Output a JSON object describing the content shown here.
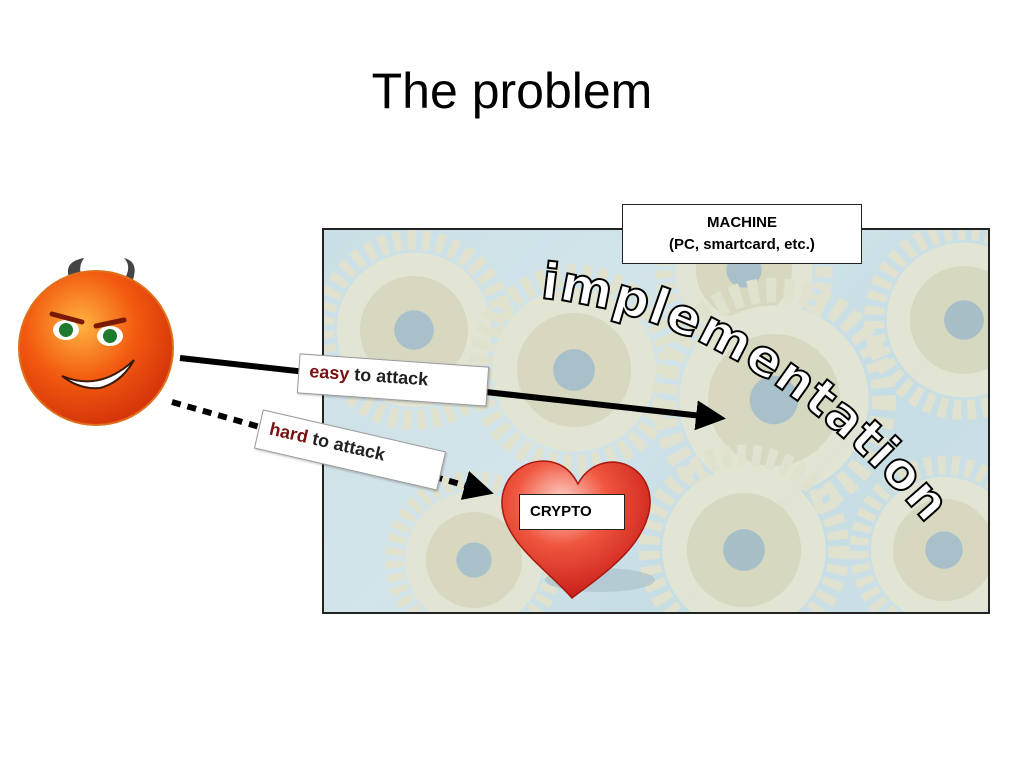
{
  "title": "The problem",
  "machine": {
    "line1": "MACHINE",
    "line2": "(PC, smartcard, etc.)"
  },
  "implementation_word": "implementation",
  "attacks": {
    "easy": {
      "emphasis": "easy",
      "rest": " to attack"
    },
    "hard": {
      "emphasis": "hard",
      "rest": " to attack"
    }
  },
  "crypto_label": "CRYPTO",
  "colors": {
    "emphasis": "#7a1010",
    "devil_face": "#f25a10",
    "heart": "#e8332a"
  },
  "icons": [
    "devil-face-icon",
    "heart-icon",
    "gears-image"
  ]
}
